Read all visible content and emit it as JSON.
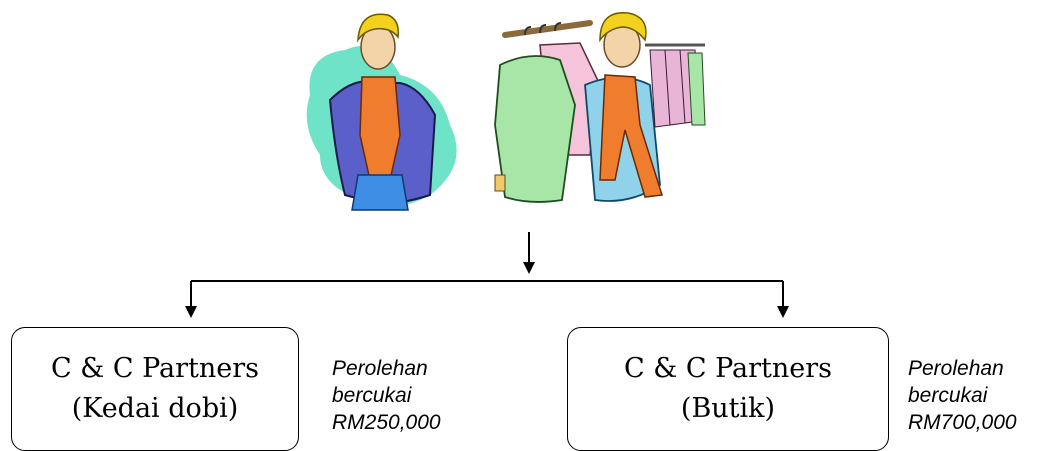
{
  "left": {
    "title": "C & C Partners",
    "subtitle": "(Kedai dobi)",
    "note": [
      "Perolehan",
      "bercukai",
      "RM250,000"
    ]
  },
  "right": {
    "title": "C & C Partners",
    "subtitle": "(Butik)",
    "note": [
      "Perolehan",
      "bercukai",
      "RM700,000"
    ]
  },
  "colors": {
    "line": "#000000",
    "bg": "#ffffff"
  }
}
